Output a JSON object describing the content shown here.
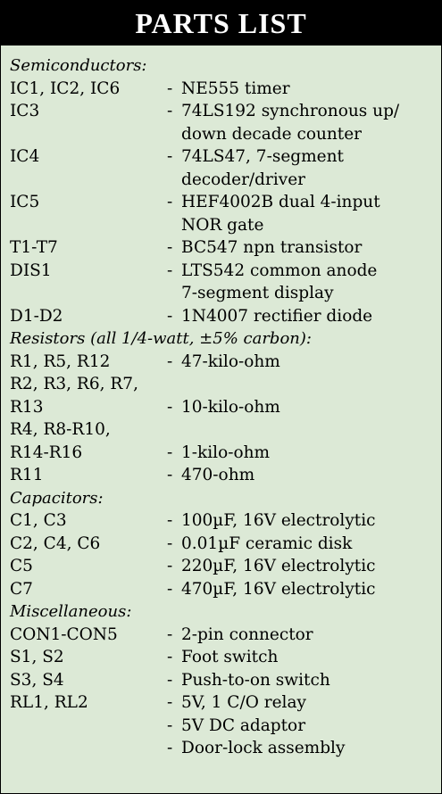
{
  "title": "PARTS LIST",
  "sections": [
    {
      "heading": "Semiconductors:",
      "rows": [
        {
          "ref": "IC1, IC2, IC6",
          "dash": "-",
          "desc": "NE555 timer"
        },
        {
          "ref": "IC3",
          "dash": "-",
          "desc": "74LS192 synchronous up/\ndown decade counter"
        },
        {
          "ref": "IC4",
          "dash": "-",
          "desc": "74LS47, 7-segment\ndecoder/driver"
        },
        {
          "ref": "IC5",
          "dash": "-",
          "desc": "HEF4002B dual 4-input\nNOR gate"
        },
        {
          "ref": "T1-T7",
          "dash": "-",
          "desc": "BC547 npn transistor"
        },
        {
          "ref": "DIS1",
          "dash": "-",
          "desc": "LTS542 common anode\n7-segment display"
        },
        {
          "ref": "D1-D2",
          "dash": "-",
          "desc": "1N4007 rectifier diode"
        }
      ]
    },
    {
      "heading": "Resistors (all 1/4-watt, ±5% carbon):",
      "rows": [
        {
          "ref": "R1, R5, R12",
          "dash": "-",
          "desc": "47-kilo-ohm"
        },
        {
          "ref": "R2, R3, R6, R7,",
          "dash": "",
          "desc": ""
        },
        {
          "ref": "R13",
          "dash": "-",
          "desc": "10-kilo-ohm"
        },
        {
          "ref": "R4, R8-R10,",
          "dash": "",
          "desc": ""
        },
        {
          "ref": "R14-R16",
          "dash": "-",
          "desc": "1-kilo-ohm"
        },
        {
          "ref": "R11",
          "dash": "-",
          "desc": "470-ohm"
        }
      ]
    },
    {
      "heading": "Capacitors:",
      "rows": [
        {
          "ref": "C1, C3",
          "dash": "-",
          "desc": "100µF, 16V electrolytic"
        },
        {
          "ref": "C2, C4, C6",
          "dash": "-",
          "desc": "0.01µF ceramic disk"
        },
        {
          "ref": "C5",
          "dash": "-",
          "desc": "220µF, 16V electrolytic"
        },
        {
          "ref": "C7",
          "dash": "-",
          "desc": "470µF, 16V electrolytic"
        }
      ]
    },
    {
      "heading": "Miscellaneous:",
      "rows": [
        {
          "ref": "CON1-CON5",
          "dash": "-",
          "desc": "2-pin connector"
        },
        {
          "ref": "S1, S2",
          "dash": "-",
          "desc": "Foot switch"
        },
        {
          "ref": "S3, S4",
          "dash": "-",
          "desc": "Push-to-on switch"
        },
        {
          "ref": "RL1, RL2",
          "dash": "-",
          "desc": "5V, 1 C/O relay"
        },
        {
          "ref": "",
          "dash": "-",
          "desc": "5V DC adaptor"
        },
        {
          "ref": "",
          "dash": "-",
          "desc": "Door-lock assembly"
        }
      ]
    }
  ],
  "colors": {
    "panel_background": "#dce9d6",
    "title_background": "#000000",
    "title_text": "#ffffff"
  }
}
